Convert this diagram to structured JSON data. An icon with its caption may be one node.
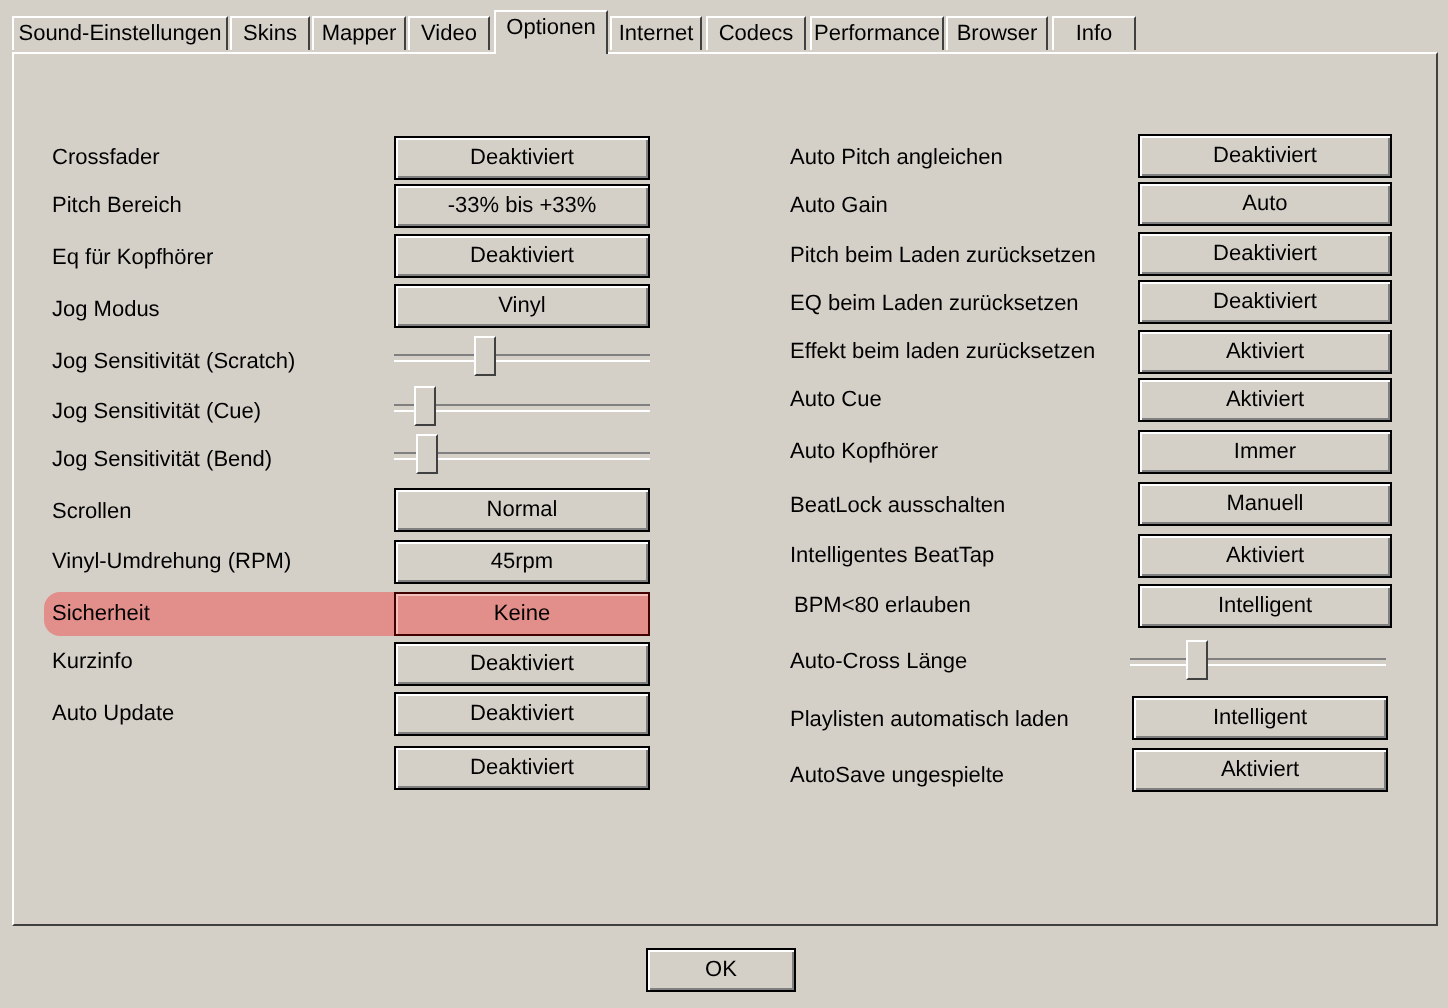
{
  "diagram": {
    "labels": [
      "Sound-Einstellungen",
      "Skins",
      "Mapper",
      "Video",
      "Optionen",
      "Internet",
      "Codecs",
      "Performance",
      "Browser",
      "Info",
      "Crossfader",
      "Deaktiviert",
      "Pitch Bereich",
      "-33% bis +33%",
      "Eq für Kopfhörer",
      "Deaktiviert",
      "Jog Modus",
      "Vinyl",
      "Jog Sensitivität (Scratch)",
      "Jog Sensitivität (Cue)",
      "Jog Sensitivität (Bend)",
      "Scrollen",
      "Normal",
      "Vinyl-Umdrehung (RPM)",
      "45rpm",
      "Sicherheit",
      "Keine",
      "Kurzinfo",
      "Deaktiviert",
      "Auto Update",
      "Deaktiviert",
      "Deaktiviert",
      "Auto Pitch angleichen",
      "Deaktiviert",
      "Auto Gain",
      "Auto",
      "Pitch beim Laden zurücksetzen",
      "Deaktiviert",
      "EQ beim Laden zurücksetzen",
      "Deaktiviert",
      "Effekt beim laden zurücksetzen",
      "Aktiviert",
      "Auto Cue",
      "Aktiviert",
      "Auto Kopfhörer",
      "Immer",
      "BeatLock ausschalten",
      "Manuell",
      "Intelligentes BeatTap",
      "Aktiviert",
      "BPM<80 erlauben",
      "Intelligent",
      "Auto-Cross Länge",
      "Playlisten automatisch laden",
      "Intelligent",
      "AutoSave ungespielte",
      "Aktiviert",
      "OK"
    ]
  }
}
